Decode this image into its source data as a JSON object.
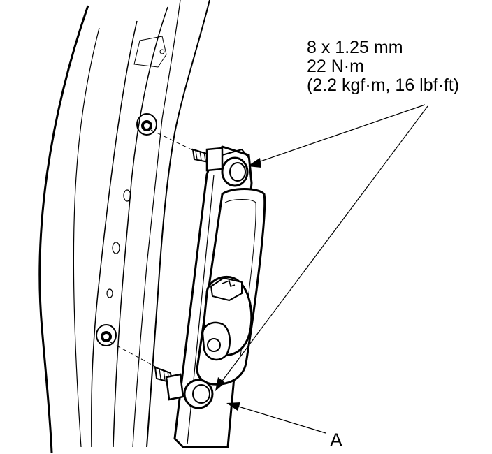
{
  "spec": {
    "line1": "8 x 1.25 mm",
    "line2": "22 N·m",
    "line3": "(2.2 kgf·m, 16 lbf·ft)"
  },
  "callout": {
    "a": "A"
  },
  "colors": {
    "ink": "#000000",
    "paper": "#ffffff",
    "shade": "#dcdcdc"
  }
}
